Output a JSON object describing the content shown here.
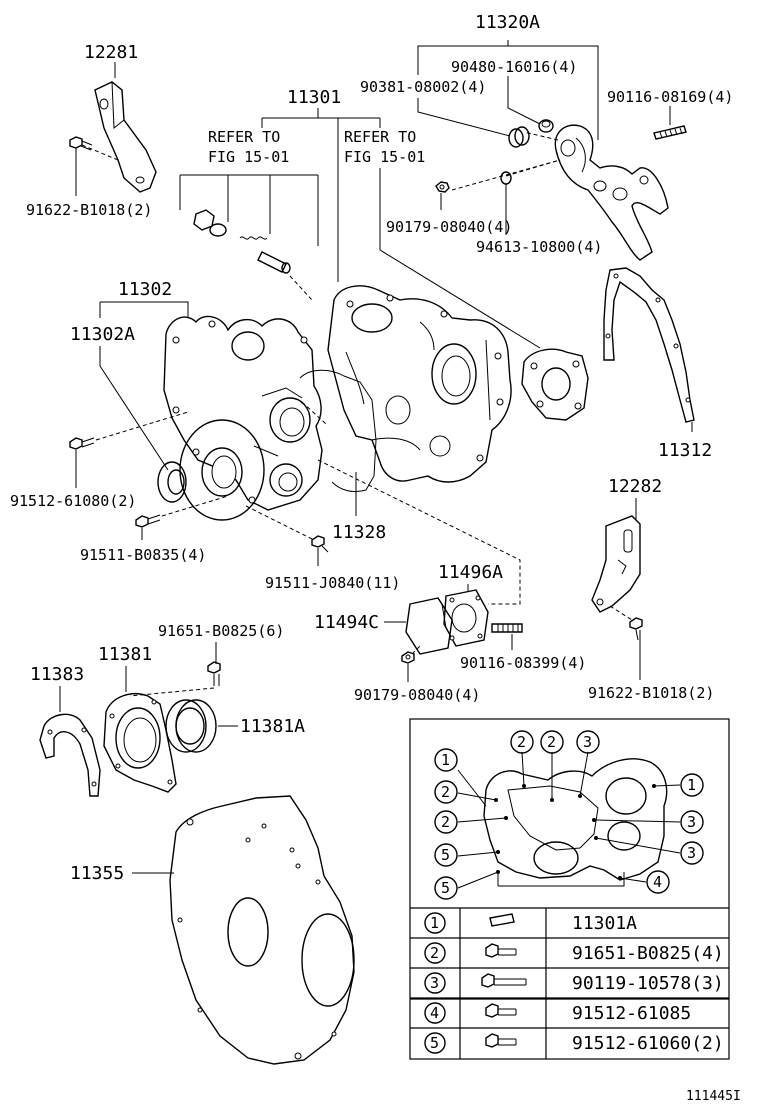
{
  "labels": {
    "p11320A": "11320A",
    "p90480": "90480-16016(4)",
    "p90381": "90381-08002(4)",
    "p90116a": "90116-08169(4)",
    "p12281": "12281",
    "p11301": "11301",
    "refer1a": "REFER TO",
    "refer1b": "FIG 15-01",
    "refer2a": "REFER TO",
    "refer2b": "FIG 15-01",
    "p91622a": "91622-B1018(2)",
    "p90179a": "90179-08040(4)",
    "p94613": "94613-10800(4)",
    "p11302": "11302",
    "p11302A": "11302A",
    "p11312": "11312",
    "p91512": "91512-61080(2)",
    "p11328": "11328",
    "p12282": "12282",
    "p91511b": "91511-B0835(4)",
    "p91511j": "91511-J0840(11)",
    "p11496A": "11496A",
    "p91651": "91651-B0825(6)",
    "p11494C": "11494C",
    "p90116b": "90116-08399(4)",
    "p11383": "11383",
    "p11381": "11381",
    "p90179b": "90179-08040(4)",
    "p91622b": "91622-B1018(2)",
    "p11381A": "11381A",
    "p11355": "11355",
    "figid": "111445I"
  },
  "inset_callouts": [
    "1",
    "2",
    "2",
    "3",
    "1",
    "2",
    "3",
    "2",
    "3",
    "5",
    "5",
    "4"
  ],
  "legend": [
    {
      "num": "1",
      "part": "11301A",
      "icon": "dowel-pin-icon"
    },
    {
      "num": "2",
      "part": "91651-B0825(4)",
      "icon": "bolt-icon"
    },
    {
      "num": "3",
      "part": "90119-10578(3)",
      "icon": "long-bolt-icon"
    },
    {
      "num": "4",
      "part": "91512-61085",
      "icon": "flange-bolt-icon"
    },
    {
      "num": "5",
      "part": "91512-61060(2)",
      "icon": "flange-bolt-icon"
    }
  ]
}
